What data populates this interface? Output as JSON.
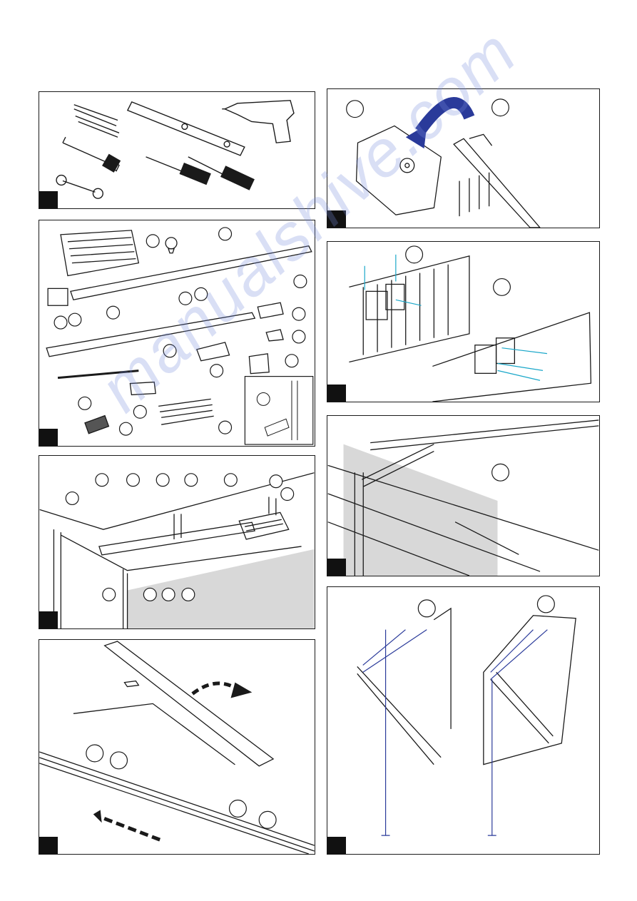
{
  "page": {
    "watermark": "manualshive.com",
    "colors": {
      "line": "#1a1a1a",
      "accent_blue": "#2a3a9a",
      "cyan_guide": "#1aa7c9",
      "panel_gray": "#d8d8d8"
    }
  },
  "panels": [
    {
      "id": "tools",
      "icons": [
        "drill-bits-icon",
        "hacksaw-icon",
        "wrench-icon",
        "spirit-level-icon",
        "drill-icon",
        "screwdriver-flat-icon",
        "screwdriver-phillips-icon"
      ]
    },
    {
      "id": "components",
      "icons": [
        "motor-housing-icon",
        "bulb-icon",
        "rail-icon",
        "bracket-icon",
        "remote-icon",
        "hardware-bag-icon"
      ]
    },
    {
      "id": "rail-assembly",
      "icons": [
        "rail-icon",
        "motor-unit-icon"
      ]
    },
    {
      "id": "rail-extension",
      "icons": [
        "rail-icon",
        "arrow-icon"
      ]
    },
    {
      "id": "motor-mount",
      "icons": [
        "motor-unit-icon",
        "curved-arrow-icon",
        "screw-icon"
      ]
    },
    {
      "id": "bracket-mount",
      "icons": [
        "bracket-icon",
        "screw-icon"
      ]
    },
    {
      "id": "door-arm",
      "icons": [
        "door-arm-icon",
        "door-icon"
      ]
    },
    {
      "id": "door-measure",
      "icons": [
        "door-icon",
        "measure-arrow-icon"
      ]
    }
  ]
}
